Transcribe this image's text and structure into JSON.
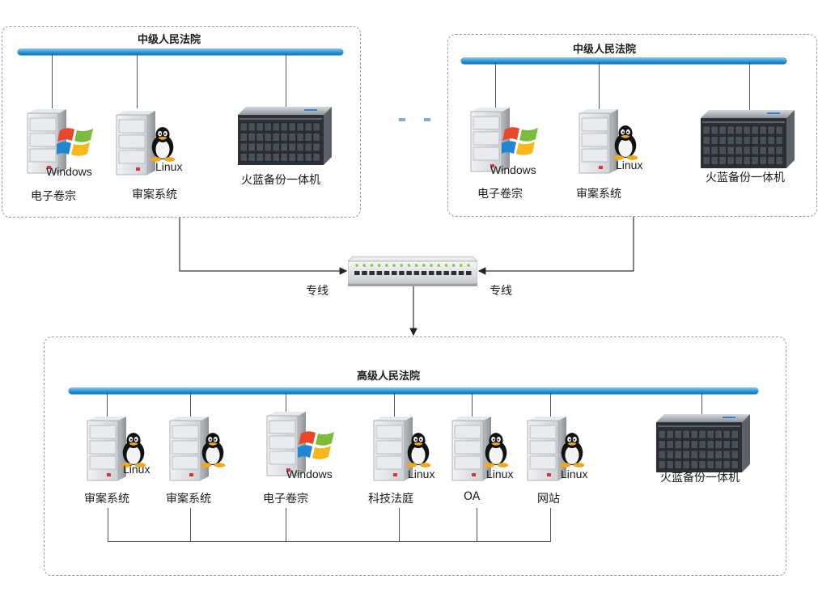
{
  "labels": {
    "court_left": "中级人民法院",
    "court_right": "中级人民法院",
    "court_bottom": "高级人民法院",
    "e_files": "电子卷宗",
    "case_system": "审案系统",
    "backup": "火蓝备份一体机",
    "windows": "Windows",
    "linux": "Linux",
    "dedicated_line": "专线",
    "tech_court": "科技法庭",
    "oa": "OA",
    "website": "网站"
  },
  "colors": {
    "bus": "#1f8fd6",
    "server_body": "#d9dbde",
    "server_led": "#d9343a",
    "rack_body": "#2b2f36",
    "switch_led": "#8ac63f"
  },
  "icons": [
    "server-icon",
    "windows-logo-icon",
    "linux-penguin-icon",
    "storage-rack-icon",
    "network-switch-icon",
    "arrow-icon"
  ]
}
